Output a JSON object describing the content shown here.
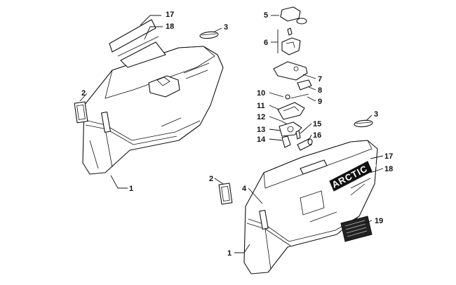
{
  "diagram": {
    "brand_decal_text": "ARCTIC CAT",
    "callouts": {
      "c1_left": "1",
      "c1_right": "1",
      "c2_left": "2",
      "c2_right": "2",
      "c3_left": "3",
      "c3_right": "3",
      "c4": "4",
      "c5": "5",
      "c6": "6",
      "c7": "7",
      "c8": "8",
      "c9": "9",
      "c10": "10",
      "c11": "11",
      "c12": "12",
      "c13": "13",
      "c14": "14",
      "c15": "15",
      "c16": "16",
      "c17_left": "17",
      "c17_right": "17",
      "c18_left": "18",
      "c18_right": "18",
      "c19": "19"
    }
  }
}
